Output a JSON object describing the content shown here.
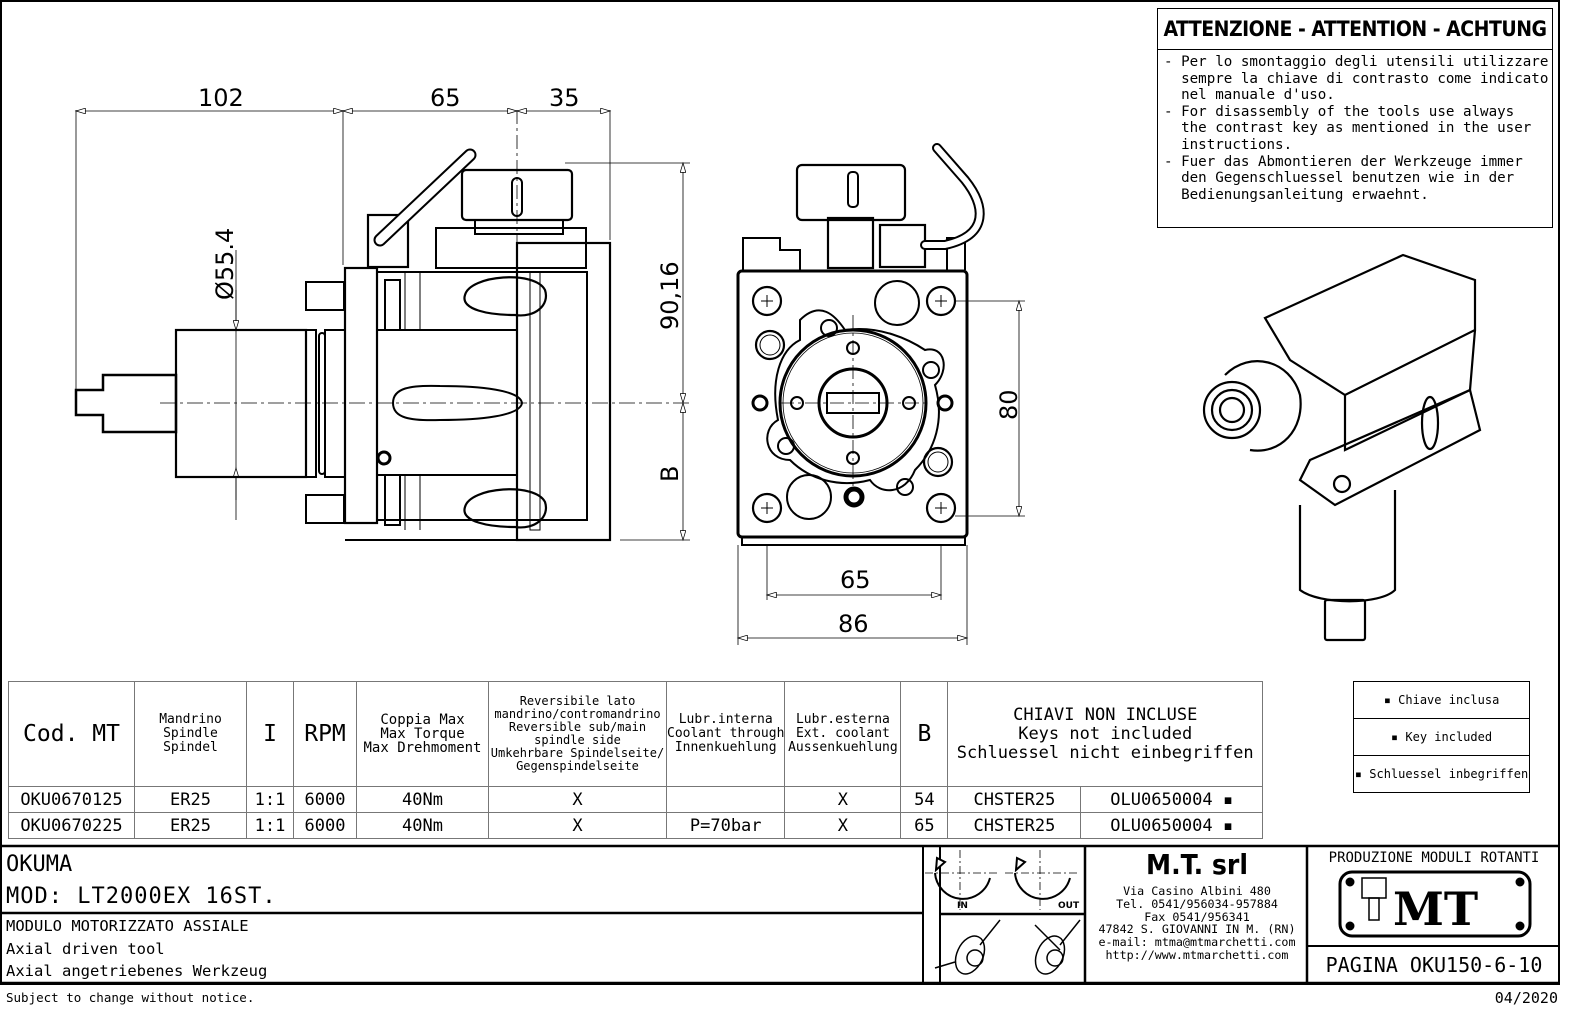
{
  "warning": {
    "title": "ATTENZIONE - ATTENTION - ACHTUNG",
    "lines": "- Per lo smontaggio degli utensili utilizzare\n  sempre la chiave di contrasto come indicato\n  nel manuale d'uso.\n- For disassembly of the tools use always\n  the contrast key as mentioned in the user\n  instructions.\n- Fuer das Abmontieren der Werkzeuge immer\n  den Gegenschluessel benutzen wie in der\n  Bedienungsanleitung erwaehnt."
  },
  "dimensions": {
    "side_view": {
      "len_a": "102",
      "len_b": "65",
      "len_c": "35",
      "diameter": "Ø55.4",
      "height": "90,16",
      "b_label": "B"
    },
    "front_view": {
      "height": "80",
      "width_inner": "65",
      "width_outer": "86"
    }
  },
  "spec_table": {
    "headers": {
      "code": "Cod. MT",
      "spindle": "Mandrino\nSpindle\nSpindel",
      "ratio": "I",
      "rpm": "RPM",
      "torque": "Coppia Max\nMax Torque\nMax Drehmoment",
      "reversible": "Reversibile lato\nmandrino/contromandrino\nReversible sub/main\nspindle side\nUmkehrbare Spindelseite/\nGegenspindelseite",
      "coolant_int": "Lubr.interna\nCoolant through\nInnenkuehlung",
      "coolant_ext": "Lubr.esterna\nExt. coolant\nAussenkuehlung",
      "b": "B",
      "keys": "CHIAVI NON INCLUSE\nKeys not included\nSchluessel nicht einbegriffen"
    },
    "rows": [
      {
        "code": "OKU0670125",
        "spindle": "ER25",
        "ratio": "1:1",
        "rpm": "6000",
        "torque": "40Nm",
        "reversible": "X",
        "coolant_int": "",
        "coolant_ext": "X",
        "b": "54",
        "key1": "CHSTER25",
        "key2": "OLU0650004 ▪"
      },
      {
        "code": "OKU0670225",
        "spindle": "ER25",
        "ratio": "1:1",
        "rpm": "6000",
        "torque": "40Nm",
        "reversible": "X",
        "coolant_int": "P=70bar",
        "coolant_ext": "X",
        "b": "65",
        "key1": "CHSTER25",
        "key2": "OLU0650004 ▪"
      }
    ]
  },
  "key_legend": [
    "▪ Chiave inclusa",
    "▪ Key included",
    "▪ Schluessel inbegriffen"
  ],
  "title_block": {
    "machine": "OKUMA",
    "model": "MOD: LT2000EX 16ST.",
    "desc_it": "MODULO MOTORIZZATO ASSIALE",
    "desc_en": "Axial driven tool",
    "desc_de": "Axial angetriebenes Werkzeug",
    "rotation_in": "IN",
    "rotation_out": "OUT",
    "company": "M.T. srl",
    "address": "Via Casino Albini 480\nTel. 0541/956034-957884\nFax 0541/956341\n47842 S. GIOVANNI IN M. (RN)\ne-mail: mtma@mtmarchetti.com\nhttp://www.mtmarchetti.com",
    "production": "PRODUZIONE MODULI ROTANTI",
    "logo_text": "MT",
    "page": "PAGINA OKU150-6-10"
  },
  "footer": {
    "notice": "Subject to change without notice.",
    "date": "04/2020"
  }
}
